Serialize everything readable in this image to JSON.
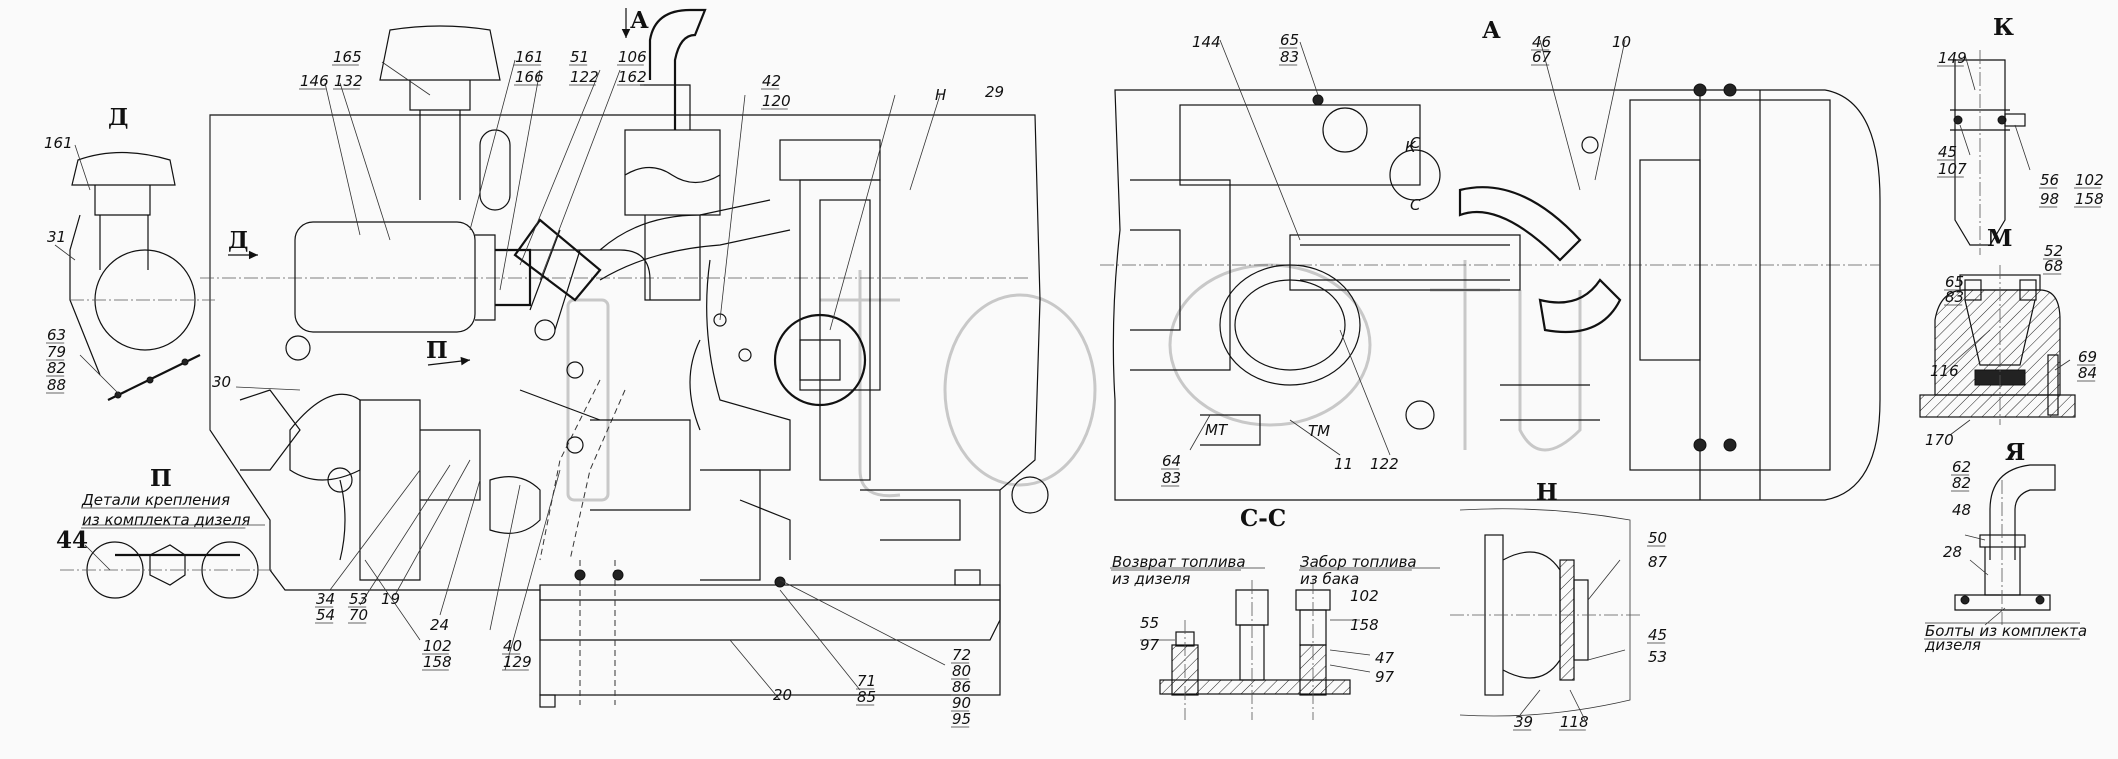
{
  "views": {
    "main_title": "А",
    "d_title": "Д",
    "d_arrow": "Д",
    "p_title": "П",
    "p_arrow": "П",
    "a_title": "А",
    "k_title": "К",
    "k_arrow": "К",
    "m_title": "М",
    "ya_title": "Я",
    "n_title": "Н",
    "n_mark": "Н",
    "cc_title": "С-С",
    "c_mark1": "С",
    "c_mark2": "С"
  },
  "notes": {
    "p_detail_line1": "Детали крепления",
    "p_detail_line2": "из комплекта дизеля",
    "cc_return_line1": "Возврат топлива",
    "cc_return_line2": "из дизеля",
    "cc_intake_line1": "Забор топлива",
    "cc_intake_line2": "из бака",
    "ya_bolts_line1": "Болты из комплекта",
    "ya_bolts_line2": "дизеля",
    "m_label_1": "МТ",
    "m_label_2": "ТМ"
  },
  "leaders": {
    "main": [
      {
        "t": "165"
      },
      {
        "t": "146"
      },
      {
        "t": "132"
      },
      {
        "t": "161"
      },
      {
        "t": "166"
      },
      {
        "t": "51"
      },
      {
        "t": "122"
      },
      {
        "t": "106"
      },
      {
        "t": "162"
      },
      {
        "t": "42"
      },
      {
        "t": "120"
      },
      {
        "t": "29"
      },
      {
        "t": "34"
      },
      {
        "t": "54"
      },
      {
        "t": "53"
      },
      {
        "t": "70"
      },
      {
        "t": "19"
      },
      {
        "t": "24"
      },
      {
        "t": "102"
      },
      {
        "t": "158"
      },
      {
        "t": "40"
      },
      {
        "t": "129"
      },
      {
        "t": "20"
      },
      {
        "t": "71"
      },
      {
        "t": "85"
      },
      {
        "t": "72"
      },
      {
        "t": "80"
      },
      {
        "t": "86"
      },
      {
        "t": "90"
      },
      {
        "t": "95"
      },
      {
        "t": "30"
      }
    ],
    "view_d": [
      {
        "t": "161"
      },
      {
        "t": "31"
      },
      {
        "t": "63"
      },
      {
        "t": "79"
      },
      {
        "t": "82"
      },
      {
        "t": "88"
      }
    ],
    "view_p": [
      {
        "t": "44"
      }
    ],
    "view_a": [
      {
        "t": "144"
      },
      {
        "t": "65"
      },
      {
        "t": "83"
      },
      {
        "t": "46"
      },
      {
        "t": "67"
      },
      {
        "t": "10"
      },
      {
        "t": "64"
      },
      {
        "t": "83"
      },
      {
        "t": "11"
      },
      {
        "t": "122"
      }
    ],
    "view_cc": [
      {
        "t": "55"
      },
      {
        "t": "97"
      },
      {
        "t": "102"
      },
      {
        "t": "158"
      },
      {
        "t": "47"
      },
      {
        "t": "97"
      }
    ],
    "view_n": [
      {
        "t": "50"
      },
      {
        "t": "87"
      },
      {
        "t": "45"
      },
      {
        "t": "53"
      },
      {
        "t": "39"
      },
      {
        "t": "118"
      }
    ],
    "view_k": [
      {
        "t": "149"
      },
      {
        "t": "45"
      },
      {
        "t": "107"
      },
      {
        "t": "56"
      },
      {
        "t": "98"
      },
      {
        "t": "102"
      },
      {
        "t": "158"
      }
    ],
    "view_m": [
      {
        "t": "65"
      },
      {
        "t": "83"
      },
      {
        "t": "52"
      },
      {
        "t": "68"
      },
      {
        "t": "116"
      },
      {
        "t": "69"
      },
      {
        "t": "84"
      },
      {
        "t": "170"
      }
    ],
    "view_ya": [
      {
        "t": "62"
      },
      {
        "t": "82"
      },
      {
        "t": "48"
      },
      {
        "t": "28"
      }
    ]
  },
  "colors": {
    "line": "#111111",
    "background": "#fafafa",
    "watermark": "#c8c8c8"
  }
}
